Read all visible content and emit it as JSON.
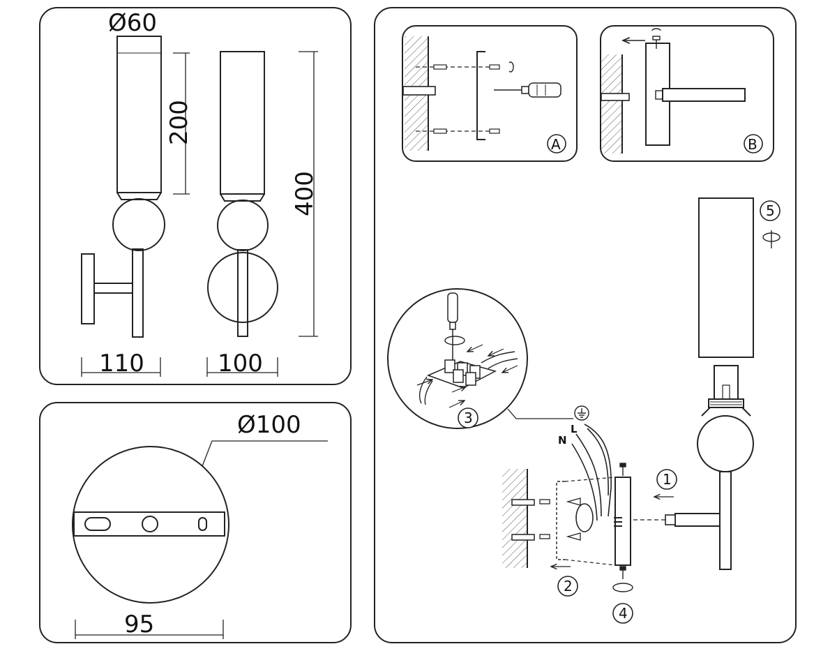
{
  "dimensions": {
    "shade_diameter": "Ø60",
    "shade_height": "200",
    "total_height": "400",
    "depth": "110",
    "plate_width": "100",
    "base_diameter": "Ø100",
    "hole_spacing": "95"
  },
  "install": {
    "detail_a_label": "A",
    "detail_b_label": "B",
    "steps": [
      "1",
      "2",
      "3",
      "4",
      "5"
    ],
    "wire_live": "L",
    "wire_neutral": "N"
  },
  "icons": [
    "screwdriver-icon",
    "ground-symbol-icon",
    "rotate-arrow-icon",
    "screw-icon"
  ]
}
